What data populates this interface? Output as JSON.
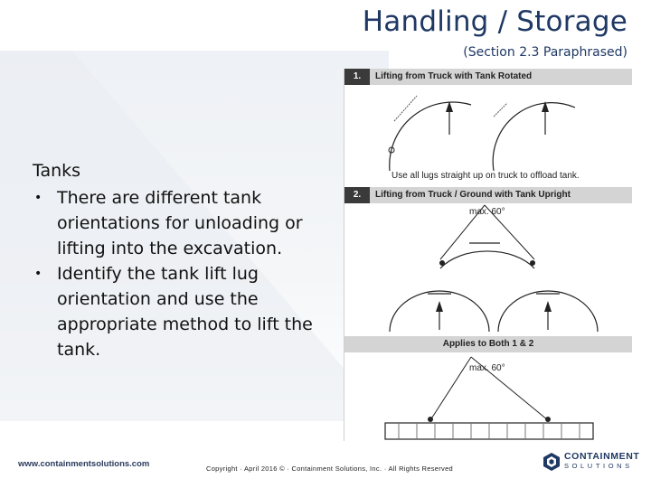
{
  "header": {
    "title": "Handling / Storage",
    "subtitle": "(Section 2.3 Paraphrased)"
  },
  "content": {
    "heading": "Tanks",
    "bullets": [
      "There are different tank orientations for unloading or lifting into the excavation.",
      "Identify the tank lift lug orientation and use the appropriate method to lift the tank."
    ]
  },
  "figure": {
    "step1": {
      "number": "1.",
      "label": "Lifting from Truck with Tank Rotated",
      "caption": "Use all lugs straight up on truck to offload tank."
    },
    "step2": {
      "number": "2.",
      "label": "Lifting from Truck / Ground with Tank Upright",
      "angle_label": "max. 60°"
    },
    "step3": {
      "label": "Applies to Both 1 & 2",
      "angle_label": "max. 60°"
    }
  },
  "footer": {
    "url": "www.containmentsolutions.com",
    "copyright": "Copyright · April 2016 © · Containment Solutions, Inc. · All Rights Reserved",
    "logo_line1": "CONTAINMENT",
    "logo_line2": "SOLUTIONS"
  },
  "colors": {
    "title": "#1f3864",
    "bar": "#d4d4d4",
    "number_box": "#3a3a3a"
  }
}
